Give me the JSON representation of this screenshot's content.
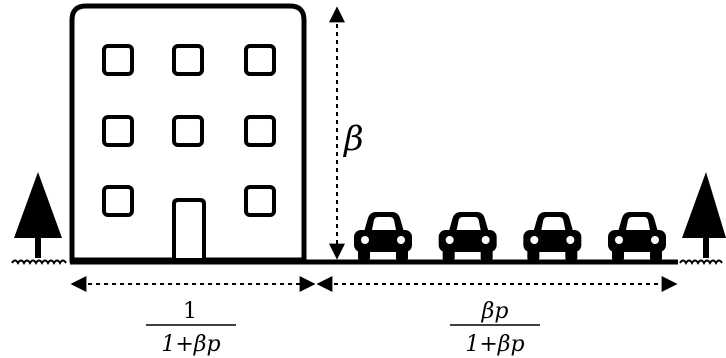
{
  "diagram": {
    "height_label": "β",
    "building_width_label": {
      "numerator": "1",
      "denominator": "1+βp"
    },
    "parking_width_label": {
      "numerator": "βp",
      "denominator": "1+βp"
    },
    "building": {
      "window_rows": 3,
      "window_cols": 3,
      "door": "bottom-middle"
    },
    "cars": {
      "count": 4
    },
    "trees": {
      "count": 2,
      "positions": [
        "left",
        "right"
      ]
    }
  }
}
